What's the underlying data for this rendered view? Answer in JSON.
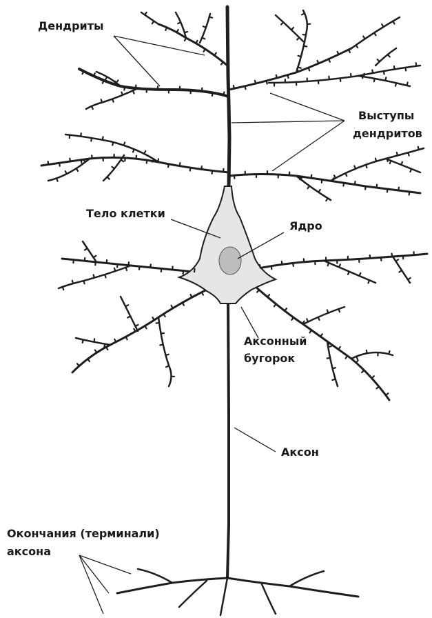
{
  "diagram": {
    "labels": {
      "dendrites": "Дендриты",
      "spines_line1": "Выступы",
      "spines_line2": "дендритов",
      "cell_body": "Тело клетки",
      "nucleus": "Ядро",
      "hillock_line1": "Аксонный",
      "hillock_line2": "бугорок",
      "axon": "Аксон",
      "terminals_line1": "Окончания (терминали)",
      "terminals_line2": "аксона"
    },
    "colors": {
      "line": "#1e1e1e",
      "soma_fill": "#e6e6e6",
      "nucleus_fill": "#bdbdbd",
      "background": "#ffffff"
    }
  }
}
